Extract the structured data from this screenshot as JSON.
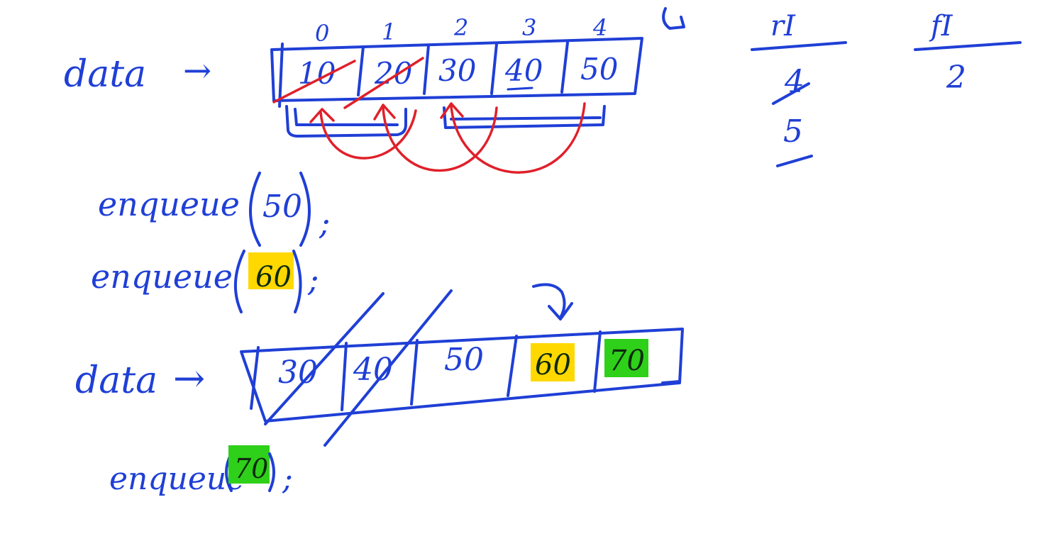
{
  "colors": {
    "ink": "#1f3fd6",
    "red": "#e0202a",
    "yellow": "#ffd800",
    "green": "#2fd01a",
    "background": "#ffffff"
  },
  "top_array": {
    "label": "data",
    "arrow": "→",
    "indices": [
      "0",
      "1",
      "2",
      "3",
      "4"
    ],
    "cells": [
      "10",
      "20",
      "30",
      "40",
      "50"
    ]
  },
  "notes": {
    "rear_label": "rI",
    "rear_values": [
      "4",
      "5"
    ],
    "front_label": "fI",
    "front_value": "2"
  },
  "calls": [
    {
      "text": "enqueue",
      "arg": "50",
      "end": ";"
    },
    {
      "text": "enqueue",
      "arg": "60",
      "end": ";"
    },
    {
      "text": "enqueue",
      "arg": "70",
      "end": ";"
    }
  ],
  "bottom_array": {
    "label": "data",
    "arrow": "→",
    "cells": [
      "30",
      "40",
      "50",
      "60",
      "70"
    ]
  }
}
